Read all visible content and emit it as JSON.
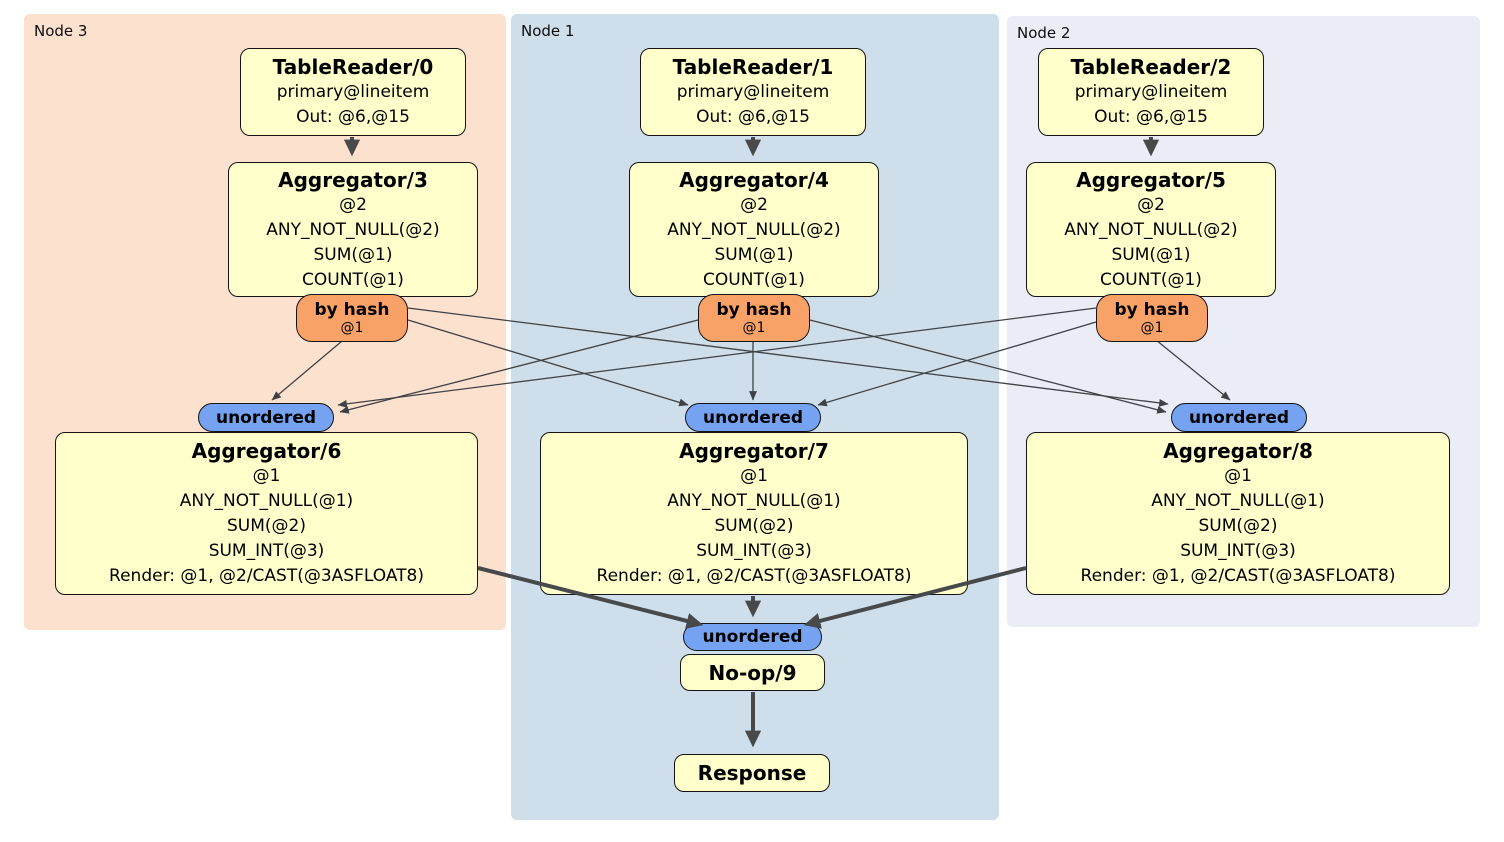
{
  "groups": [
    {
      "label": "Node 3"
    },
    {
      "label": "Node 1"
    },
    {
      "label": "Node 2"
    }
  ],
  "readers": [
    {
      "title": "TableReader/0",
      "index": "primary@lineitem",
      "out": "Out: @6,@15"
    },
    {
      "title": "TableReader/1",
      "index": "primary@lineitem",
      "out": "Out: @6,@15"
    },
    {
      "title": "TableReader/2",
      "index": "primary@lineitem",
      "out": "Out: @6,@15"
    }
  ],
  "stage1_aggregators": [
    {
      "title": "Aggregator/3",
      "group_cols": "@2",
      "exprs": [
        "ANY_NOT_NULL(@2)",
        "SUM(@1)",
        "COUNT(@1)"
      ]
    },
    {
      "title": "Aggregator/4",
      "group_cols": "@2",
      "exprs": [
        "ANY_NOT_NULL(@2)",
        "SUM(@1)",
        "COUNT(@1)"
      ]
    },
    {
      "title": "Aggregator/5",
      "group_cols": "@2",
      "exprs": [
        "ANY_NOT_NULL(@2)",
        "SUM(@1)",
        "COUNT(@1)"
      ]
    }
  ],
  "routers": [
    {
      "label": "by hash",
      "cols": "@1"
    },
    {
      "label": "by hash",
      "cols": "@1"
    },
    {
      "label": "by hash",
      "cols": "@1"
    }
  ],
  "syncs": [
    {
      "label": "unordered"
    },
    {
      "label": "unordered"
    },
    {
      "label": "unordered"
    },
    {
      "label": "unordered"
    }
  ],
  "stage2_aggregators": [
    {
      "title": "Aggregator/6",
      "group_cols": "@1",
      "exprs": [
        "ANY_NOT_NULL(@1)",
        "SUM(@2)",
        "SUM_INT(@3)"
      ],
      "render": "Render: @1, @2/CAST(@3ASFLOAT8)"
    },
    {
      "title": "Aggregator/7",
      "group_cols": "@1",
      "exprs": [
        "ANY_NOT_NULL(@1)",
        "SUM(@2)",
        "SUM_INT(@3)"
      ],
      "render": "Render: @1, @2/CAST(@3ASFLOAT8)"
    },
    {
      "title": "Aggregator/8",
      "group_cols": "@1",
      "exprs": [
        "ANY_NOT_NULL(@1)",
        "SUM(@2)",
        "SUM_INT(@3)"
      ],
      "render": "Render: @1, @2/CAST(@3ASFLOAT8)"
    }
  ],
  "noop": {
    "title": "No-op/9"
  },
  "response": {
    "title": "Response"
  },
  "colors": {
    "node_fill": "#FFFFCC",
    "router_fill": "#F9A268",
    "sync_fill": "#76A3F1",
    "group_node3_fill": "#FBE1CE",
    "group_node1_fill": "#CEDEEA",
    "group_node2_fill": "#EAEDF6",
    "edge": "#47494B"
  }
}
